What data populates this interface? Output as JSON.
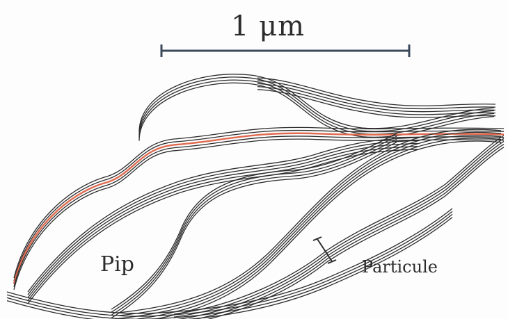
{
  "scale_bar": {
    "label": "1 μm"
  },
  "labels": {
    "pip": "Pip",
    "particule": "Particule"
  },
  "colors": {
    "stroke": "#2d2d2d",
    "highlight": "#e06a4f",
    "background": "#fdfdfd"
  }
}
